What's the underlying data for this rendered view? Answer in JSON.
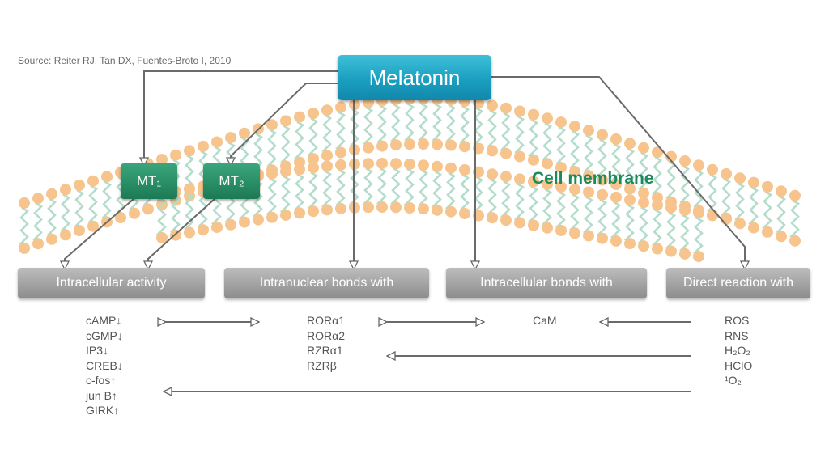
{
  "source": "Source: Reiter RJ, Tan DX, Fuentes-Broto I, 2010",
  "melatonin": "Melatonin",
  "receptors": {
    "mt1": "MT₁",
    "mt2": "MT₂"
  },
  "cell_membrane": "Cell membrane",
  "categories": {
    "intracellular_activity": "Intracellular activity",
    "intranuclear_bonds": "Intranuclear bonds with",
    "intracellular_bonds": "Intracellular bonds with",
    "direct_reaction": "Direct reaction with"
  },
  "lists": {
    "intracellular_activity": [
      "cAMP↓",
      "cGMP↓",
      "IP3↓",
      "CREB↓",
      "c-fos↑",
      "jun B↑",
      "GIRK↑"
    ],
    "intranuclear_bonds": [
      "RORα1",
      "RORα2",
      "RZRα1",
      "RZRβ"
    ],
    "intracellular_bonds": [
      "CaM"
    ],
    "direct_reaction": [
      "ROS",
      "RNS",
      "H₂O₂",
      "HClO",
      "¹O₂"
    ]
  },
  "colors": {
    "melatonin_box": "#1a9fc0",
    "receptor_box": "#1c7a55",
    "category_box": "#9e9e9e",
    "lipid_head": "#f6c48c",
    "lipid_tail": "#b4dccb",
    "membrane_label": "#1b8a5c",
    "connector": "#666666"
  }
}
